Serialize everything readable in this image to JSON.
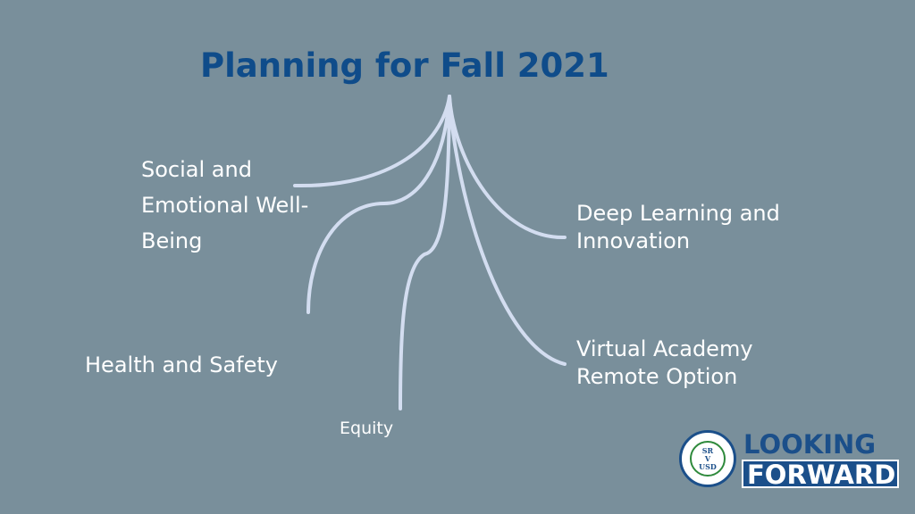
{
  "title": "Planning for Fall 2021",
  "branches": {
    "social": [
      "Social and",
      "Emotional Well-",
      "Being"
    ],
    "deep_learning": [
      "Deep Learning and",
      "Innovation"
    ],
    "health": "Health and Safety",
    "virtual": [
      "Virtual Academy",
      "Remote Option"
    ],
    "equity": "Equity"
  },
  "logo": {
    "seal_text": [
      "SR",
      "V",
      "USD"
    ],
    "line1": "LOOKING",
    "line2": "FORWARD"
  },
  "colors": {
    "background": "#798f9b",
    "title": "#0f4c8a",
    "branch_line": "#d3ddf0",
    "brand": "#1b4f8a"
  }
}
